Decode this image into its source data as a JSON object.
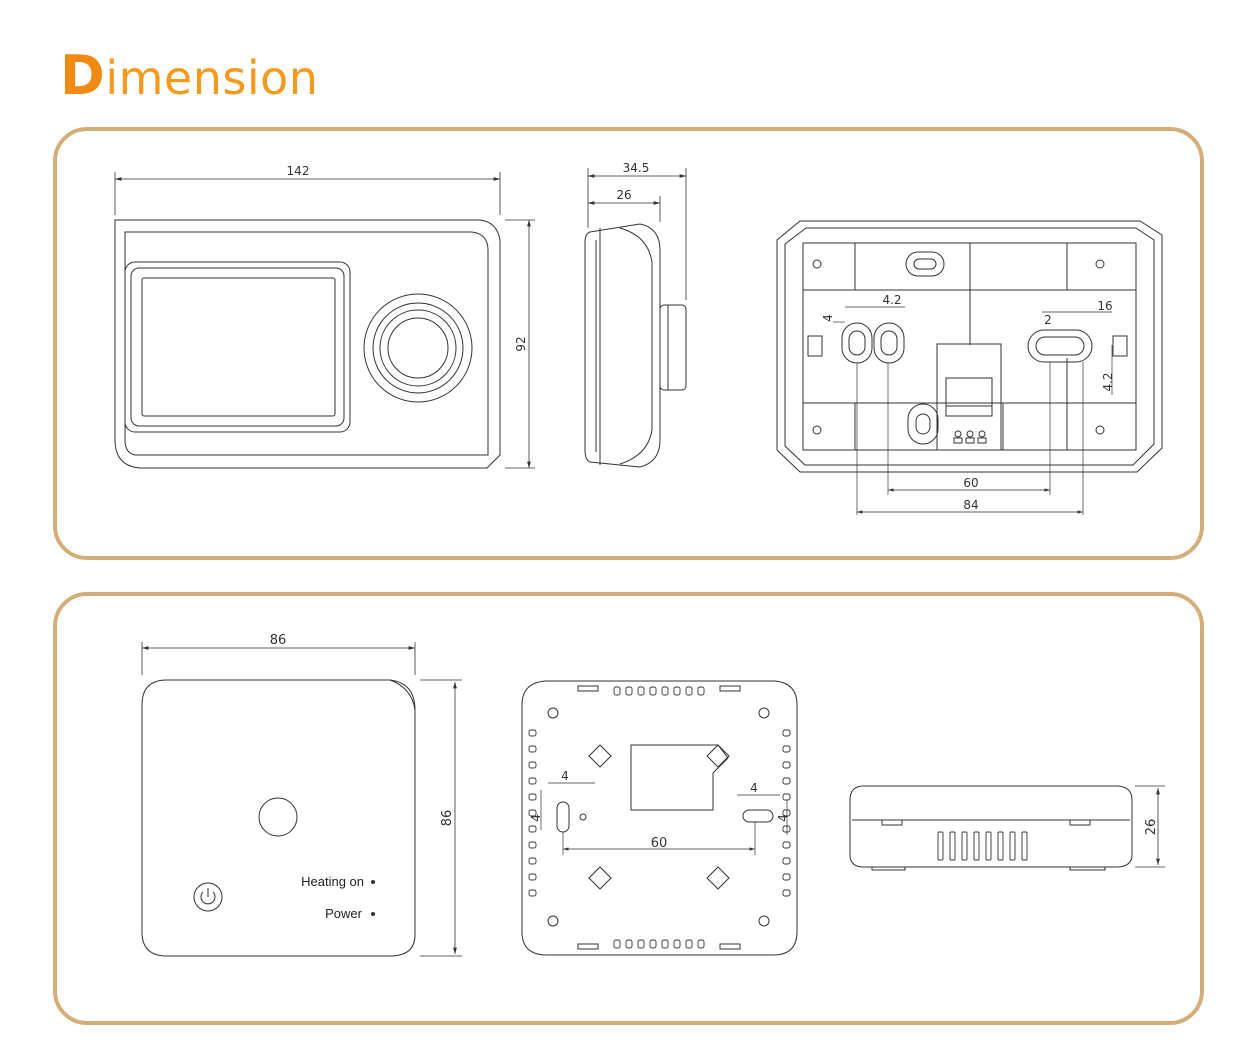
{
  "header": {
    "title_initial": "D",
    "title_rest": "imension"
  },
  "colors": {
    "title": "#f39a1f",
    "panel_border": "#d3ae78",
    "line": "#333333"
  },
  "top_panel": {
    "front_view": {
      "width_label": "142",
      "height_label": "92"
    },
    "side_view": {
      "depth_label": "34.5",
      "body_depth_label": "26"
    },
    "back_view": {
      "hole_width_label_left": "4.2",
      "hole_height_label_left": "4",
      "slot_length_label": "16",
      "slot_height_label_right": "2",
      "slot_width_label_right": "4.2",
      "spacing_inner_label": "60",
      "spacing_outer_label": "84"
    }
  },
  "bottom_panel": {
    "receiver_front": {
      "width_label": "86",
      "height_label": "86",
      "heating_label": "Heating on",
      "power_label": "Power",
      "icons": [
        "power-icon",
        "knob-icon"
      ]
    },
    "receiver_back": {
      "slot_width_label_left": "4",
      "slot_height_label_left": "4",
      "slot_width_label_right": "4",
      "slot_height_label_right": "4",
      "spacing_label": "60"
    },
    "receiver_side": {
      "depth_label": "26"
    }
  }
}
